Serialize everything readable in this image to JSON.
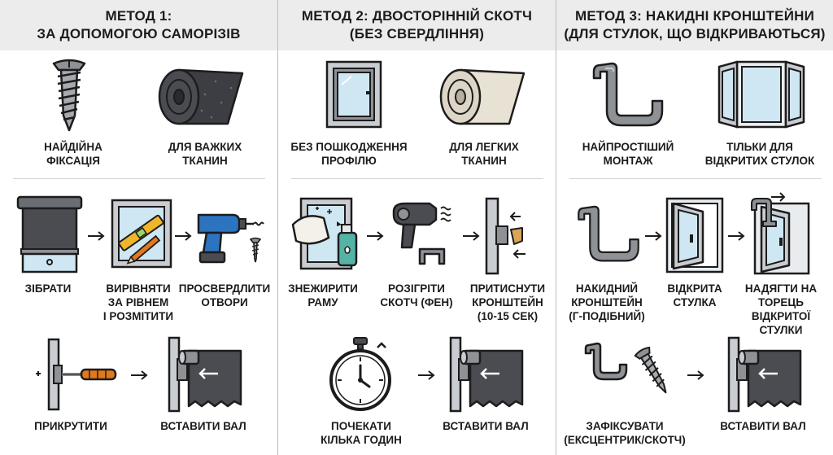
{
  "columns": [
    {
      "title_line1": "МЕТОД 1:",
      "title_line2": "ЗА ДОПОМОГОЮ САМОРІЗІВ",
      "features": [
        {
          "icon": "screw-icon",
          "line1": "НАЙДІЙНА",
          "line2": "ФІКСАЦІЯ"
        },
        {
          "icon": "fabric-roll-dark-icon",
          "line1": "ДЛЯ ВАЖКИХ",
          "line2": "ТКАНИН"
        }
      ],
      "steps_row1": [
        {
          "icon": "assembled-roller-blind-icon",
          "line1": "ЗІБРАТИ",
          "line2": "",
          "line3": ""
        },
        {
          "icon": "level-and-pencil-icon",
          "line1": "ВИРІВНЯТИ",
          "line2": "ЗА РІВНЕМ",
          "line3": "І РОЗМІТИТИ"
        },
        {
          "icon": "drill-icon",
          "line1": "ПРОСВЕРДЛИТИ",
          "line2": "ОТВОРИ",
          "line3": ""
        }
      ],
      "steps_row2": [
        {
          "icon": "screwdriver-bracket-icon",
          "line1": "ПРИКРУТИТИ",
          "line2": ""
        },
        {
          "icon": "insert-shaft-icon",
          "line1": "ВСТАВИТИ ВАЛ",
          "line2": ""
        }
      ]
    },
    {
      "title_line1": "МЕТОД 2: ДВОСТОРІННІЙ СКОТЧ",
      "title_line2": "(БЕЗ СВЕРДЛІННЯ)",
      "features": [
        {
          "icon": "window-frame-icon",
          "line1": "БЕЗ ПОШКОДЖЕННЯ",
          "line2": "ПРОФІЛЮ"
        },
        {
          "icon": "fabric-roll-light-icon",
          "line1": "ДЛЯ ЛЕГКИХ",
          "line2": "ТКАНИН"
        }
      ],
      "steps_row1": [
        {
          "icon": "wipe-frame-icon",
          "line1": "ЗНЕЖИРИТИ",
          "line2": "РАМУ",
          "line3": ""
        },
        {
          "icon": "hair-dryer-icon",
          "line1": "РОЗІГРІТИ",
          "line2": "СКОТЧ (ФЕН)",
          "line3": ""
        },
        {
          "icon": "press-bracket-icon",
          "line1": "ПРИТИСНУТИ",
          "line2": "КРОНШТЕЙН",
          "line3": "(10-15 СЕК)"
        }
      ],
      "steps_row2": [
        {
          "icon": "stopwatch-icon",
          "line1": "ПОЧЕКАТИ",
          "line2": "КІЛЬКА ГОДИН"
        },
        {
          "icon": "insert-shaft-icon",
          "line1": "ВСТАВИТИ ВАЛ",
          "line2": ""
        }
      ]
    },
    {
      "title_line1": "МЕТОД 3: НАКИДНІ КРОНШТЕЙНИ",
      "title_line2": "(ДЛЯ СТУЛОК, ЩО ВІДКРИВАЮТЬСЯ)",
      "features": [
        {
          "icon": "hook-bracket-icon",
          "line1": "НАЙПРОСТІШИЙ",
          "line2": "МОНТАЖ"
        },
        {
          "icon": "open-window-icon",
          "line1": "ТІЛЬКИ ДЛЯ",
          "line2": "ВІДКРИТИХ СТУЛОК"
        }
      ],
      "steps_row1": [
        {
          "icon": "hook-bracket-icon",
          "line1": "НАКИДНИЙ",
          "line2": "КРОНШТЕЙН",
          "line3": "(Г-ПОДІБНИЙ)"
        },
        {
          "icon": "open-sash-icon",
          "line1": "ВІДКРИТА",
          "line2": "СТУЛКА",
          "line3": ""
        },
        {
          "icon": "hang-bracket-on-sash-icon",
          "line1": "НАДЯГТИ НА",
          "line2": "ТОРЕЦЬ",
          "line3": "ВІДКРИТОЇ",
          "line4": "СТУЛКИ"
        }
      ],
      "steps_row2": [
        {
          "icon": "bracket-and-screw-icon",
          "line1": "ЗАФІКСУВАТИ",
          "line2": "(ЕКСЦЕНТРИК/СКОТЧ)"
        },
        {
          "icon": "insert-shaft-icon",
          "line1": "ВСТАВИТИ ВАЛ",
          "line2": ""
        }
      ]
    }
  ],
  "colors": {
    "header_bg": "#ececec",
    "dark_gray": "#4a4c51",
    "mid_gray": "#8e9196",
    "light_gray": "#c9ccd0",
    "glass_blue": "#cfe6f3",
    "accent_orange": "#e2781c",
    "accent_yellow": "#f0b62a",
    "accent_blue": "#2d74c0"
  }
}
